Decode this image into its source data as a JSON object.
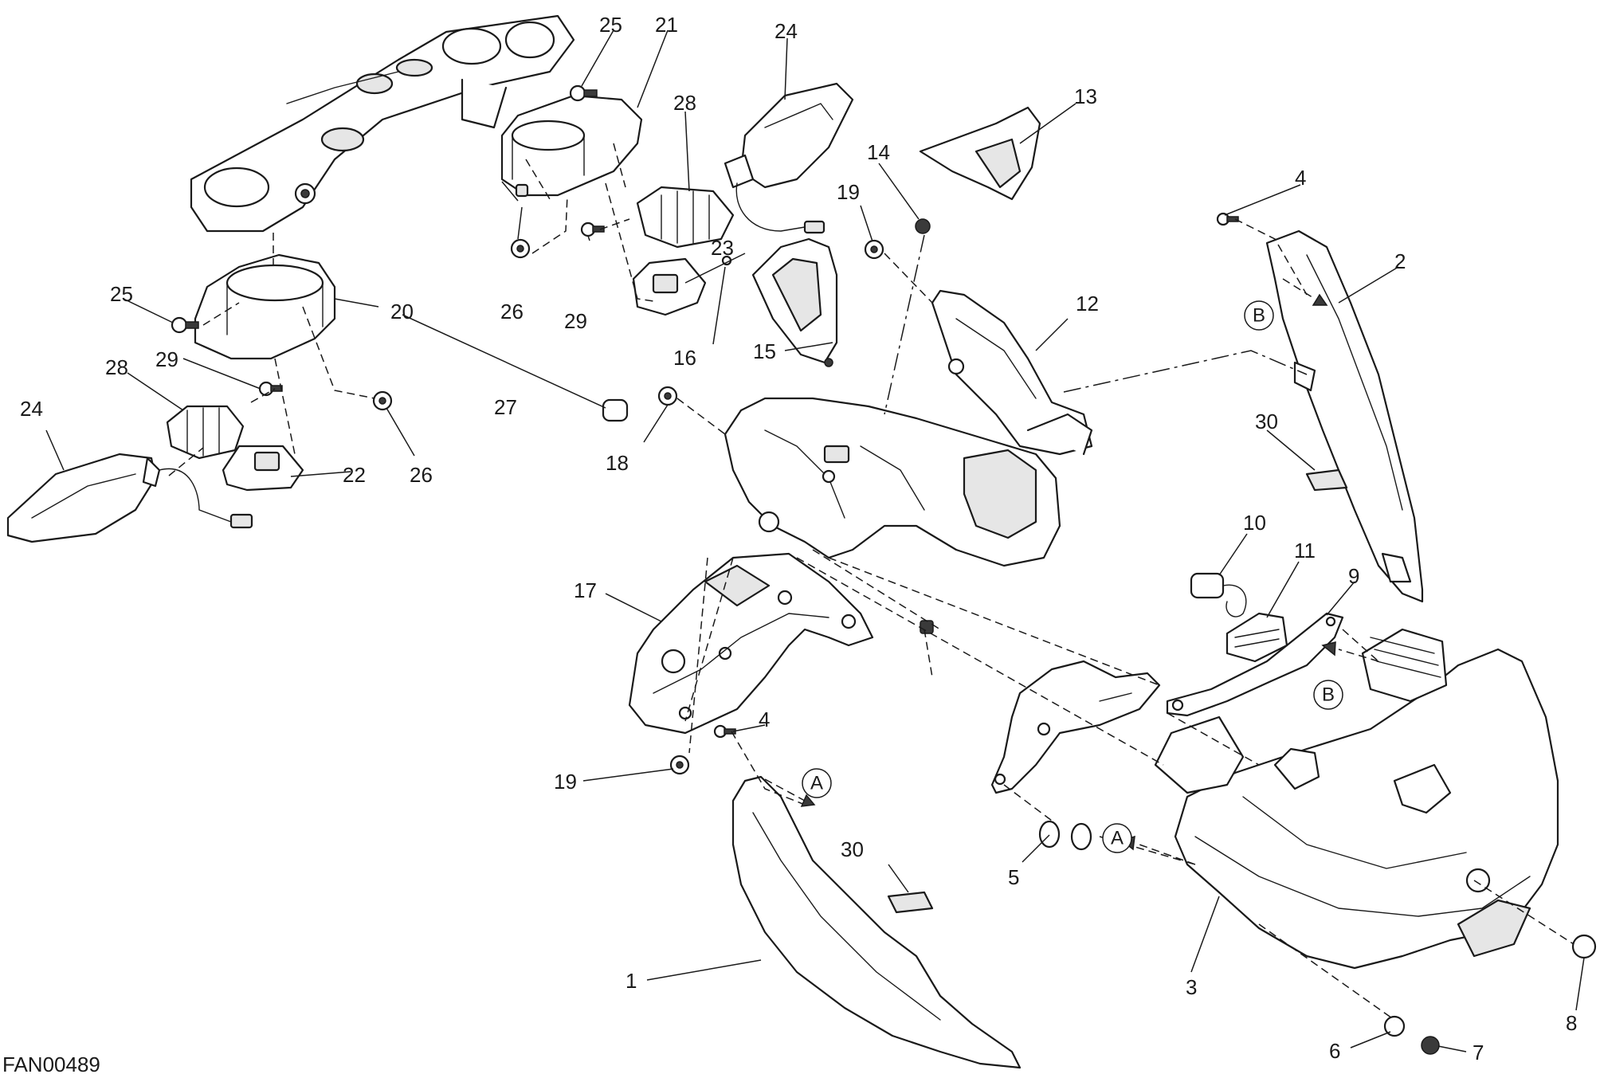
{
  "drawing_code": "FAN00489",
  "callouts": [
    "1",
    "2",
    "3",
    "4",
    "4",
    "5",
    "6",
    "7",
    "8",
    "9",
    "10",
    "11",
    "12",
    "13",
    "14",
    "15",
    "16",
    "17",
    "18",
    "19",
    "19",
    "20",
    "21",
    "22",
    "23",
    "24",
    "24",
    "25",
    "25",
    "26",
    "26",
    "27",
    "28",
    "28",
    "29",
    "29",
    "30",
    "30"
  ],
  "reference_markers": [
    "A",
    "A",
    "B",
    "B"
  ]
}
